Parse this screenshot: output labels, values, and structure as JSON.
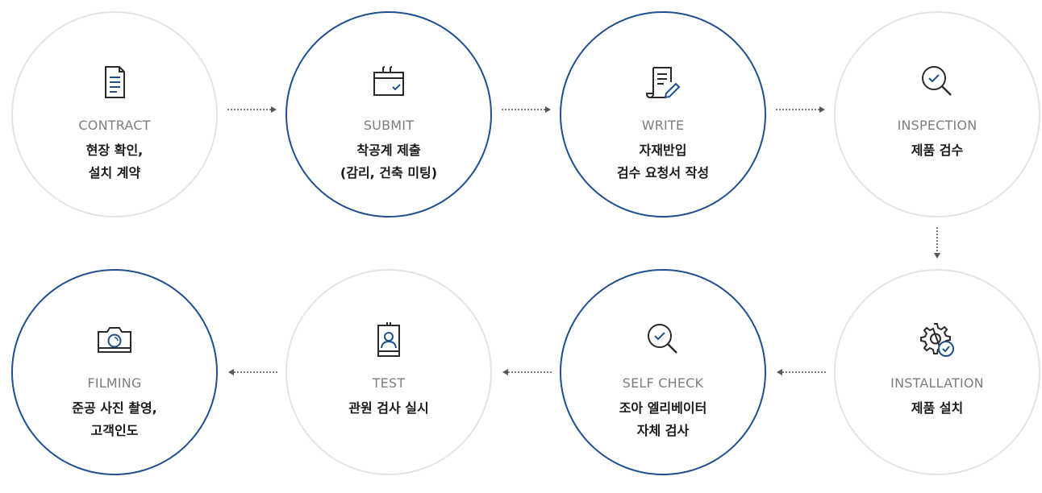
{
  "steps": [
    {
      "en": "CONTRACT",
      "ko": [
        "현장 확인,",
        "설치 계약"
      ]
    },
    {
      "en": "SUBMIT",
      "ko": [
        "착공계 제출",
        "(감리, 건축 미팅)"
      ]
    },
    {
      "en": "WRITE",
      "ko": [
        "자재반입",
        "검수 요청서 작성"
      ]
    },
    {
      "en": "INSPECTION",
      "ko": [
        "제품 검수"
      ]
    },
    {
      "en": "INSTALLATION",
      "ko": [
        "제품 설치"
      ]
    },
    {
      "en": "SELF CHECK",
      "ko": [
        "조아 엘리베이터",
        "자체 검사"
      ]
    },
    {
      "en": "TEST",
      "ko": [
        "관원 검사 실시"
      ]
    },
    {
      "en": "FILMING",
      "ko": [
        "준공 사진 촬영,",
        "고객인도"
      ]
    }
  ],
  "colors": {
    "accent": "#1f4f8f",
    "border": "#e4e4e4",
    "icon": "#2a2a2a"
  }
}
